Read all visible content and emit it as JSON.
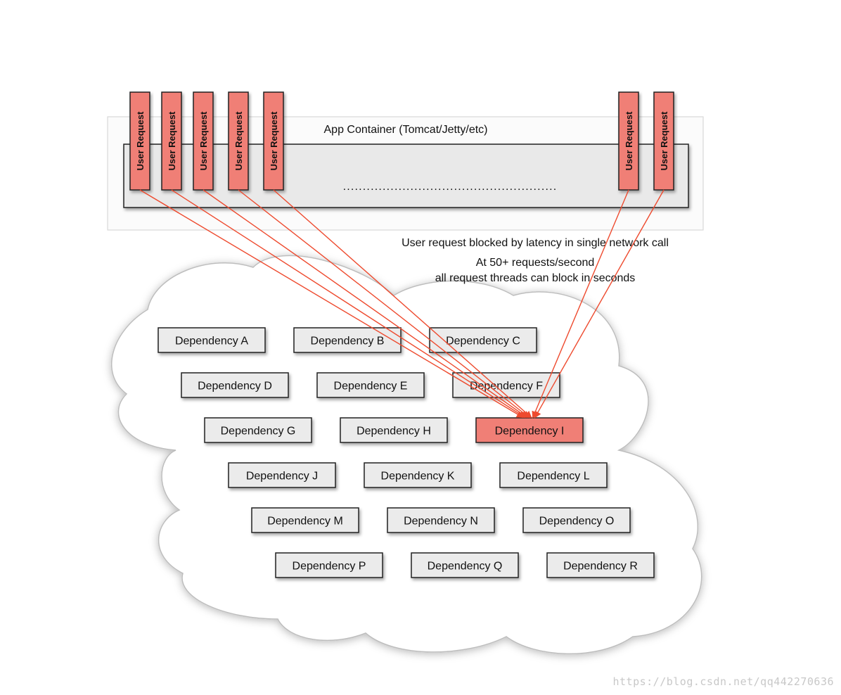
{
  "container": {
    "title": "App Container (Tomcat/Jetty/etc)",
    "ellipsis": "......................................................"
  },
  "user_requests": {
    "label": "User Request",
    "count": 7
  },
  "annotation": {
    "line1": "User request blocked by latency in single network call",
    "line2": "At 50+ requests/second",
    "line3": "all request threads can block in seconds"
  },
  "dependencies": [
    {
      "label": "Dependency A",
      "blocked": false
    },
    {
      "label": "Dependency B",
      "blocked": false
    },
    {
      "label": "Dependency C",
      "blocked": false
    },
    {
      "label": "Dependency D",
      "blocked": false
    },
    {
      "label": "Dependency E",
      "blocked": false
    },
    {
      "label": "Dependency F",
      "blocked": false
    },
    {
      "label": "Dependency G",
      "blocked": false
    },
    {
      "label": "Dependency H",
      "blocked": false
    },
    {
      "label": "Dependency I",
      "blocked": true
    },
    {
      "label": "Dependency J",
      "blocked": false
    },
    {
      "label": "Dependency K",
      "blocked": false
    },
    {
      "label": "Dependency L",
      "blocked": false
    },
    {
      "label": "Dependency M",
      "blocked": false
    },
    {
      "label": "Dependency N",
      "blocked": false
    },
    {
      "label": "Dependency O",
      "blocked": false
    },
    {
      "label": "Dependency P",
      "blocked": false
    },
    {
      "label": "Dependency Q",
      "blocked": false
    },
    {
      "label": "Dependency R",
      "blocked": false
    }
  ],
  "colors": {
    "request_fill": "#f07f76",
    "arrow": "#ee4a2e",
    "dependency_fill": "#ebebeb",
    "blocked_fill": "#f07f76",
    "container_fill": "#e9e9e9"
  },
  "watermark": "https://blog.csdn.net/qq442270636"
}
